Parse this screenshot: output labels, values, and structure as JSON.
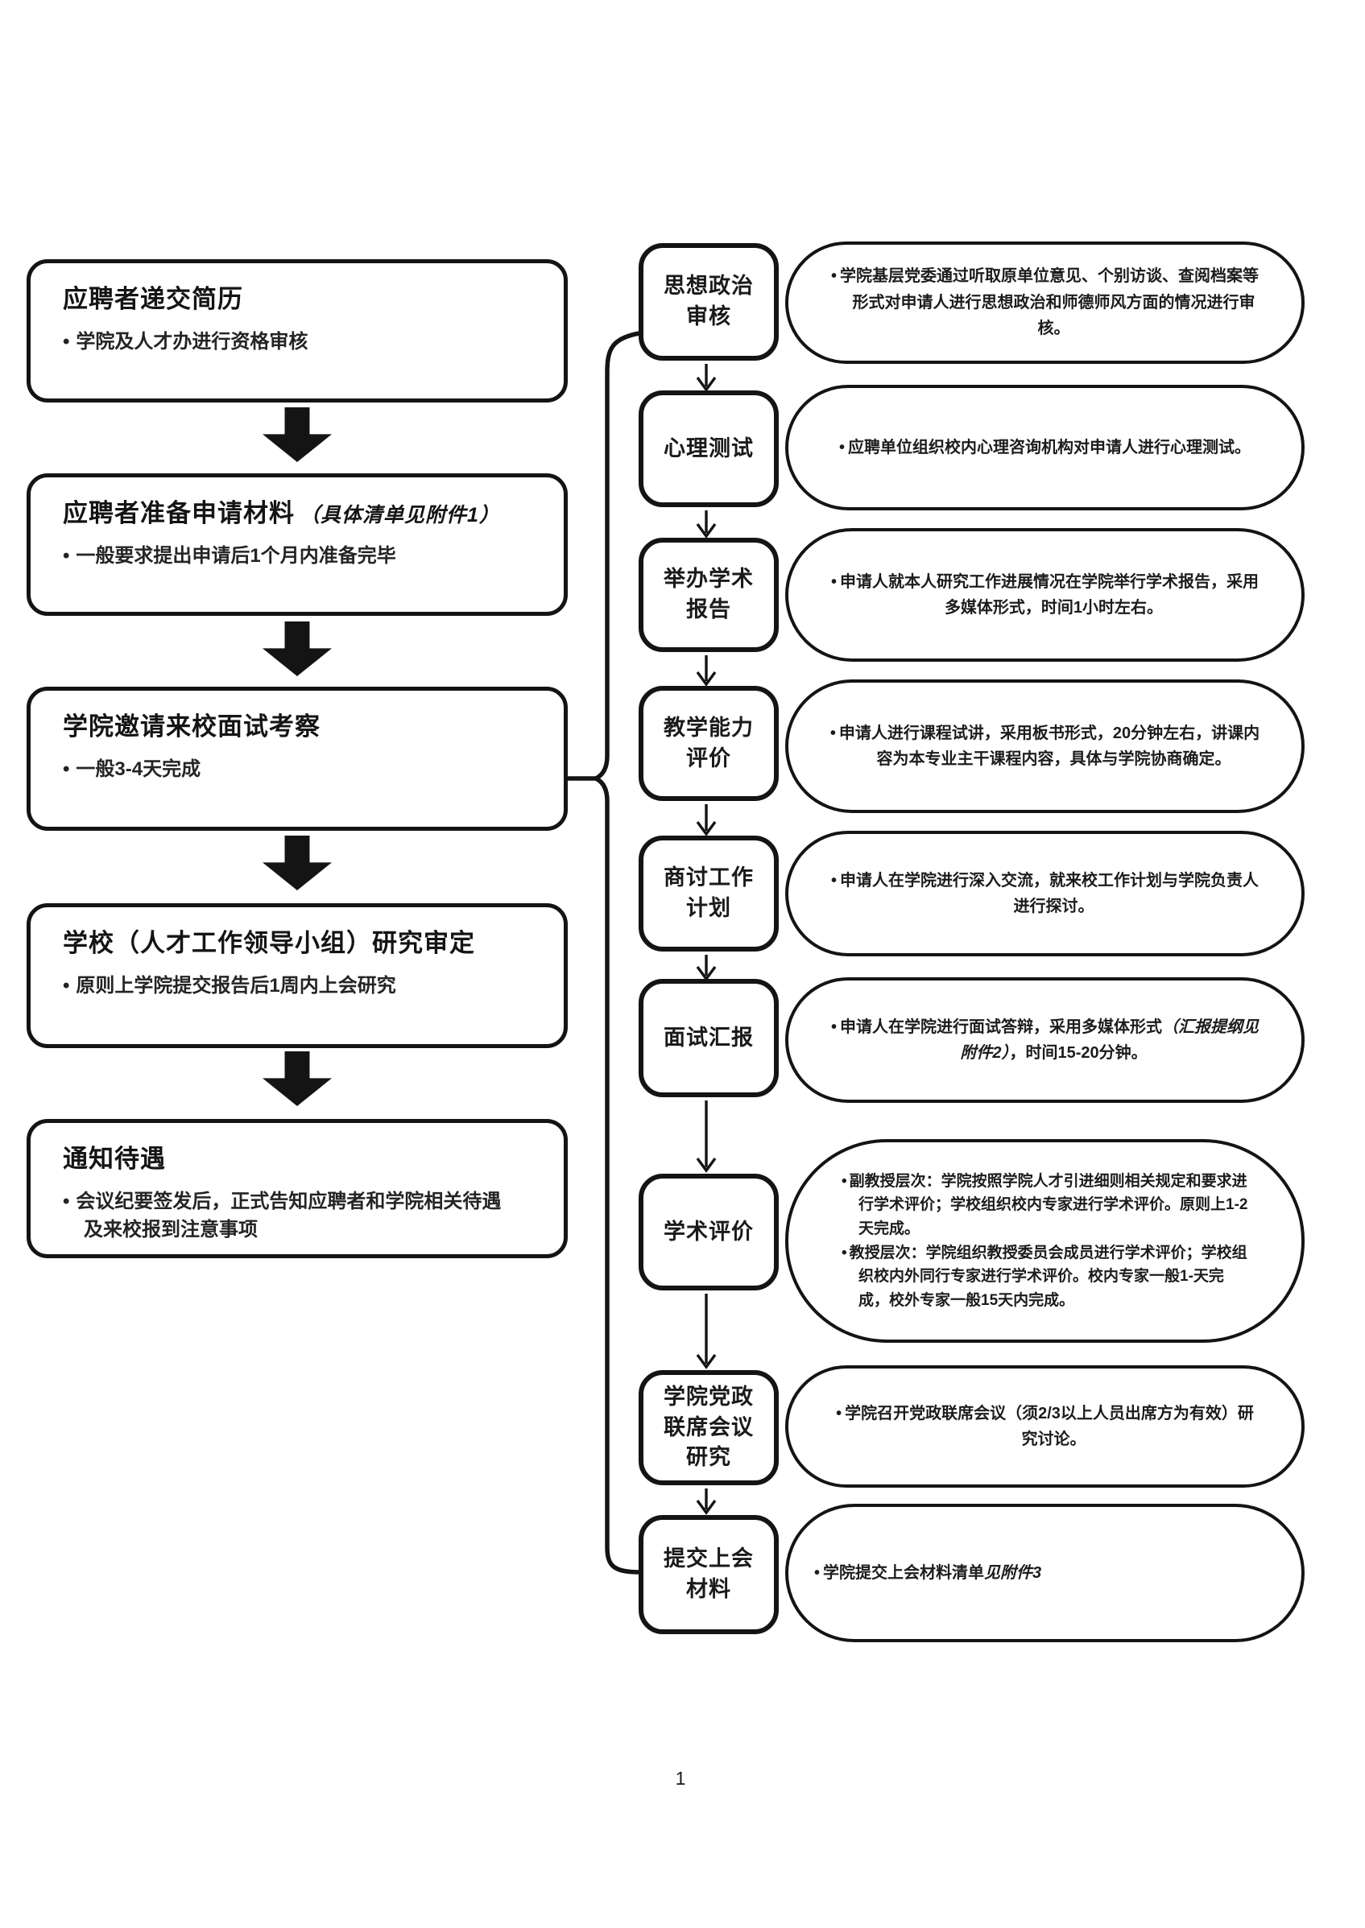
{
  "page_number": "1",
  "left_steps": [
    {
      "title": "应聘者递交简历",
      "note": "",
      "bullet": "学院及人才办进行资格审核"
    },
    {
      "title": "应聘者准备申请材料",
      "note": "（具体清单见附件1）",
      "bullet": "一般要求提出申请后1个月内准备完毕"
    },
    {
      "title": "学院邀请来校面试考察",
      "note": "",
      "bullet": "一般3-4天完成"
    },
    {
      "title": "学校（人才工作领导小组）研究审定",
      "note": "",
      "bullet": "原则上学院提交报告后1周内上会研究"
    },
    {
      "title": "通知待遇",
      "note": "",
      "bullet": "会议纪要签发后，正式告知应聘者和学院相关待遇及来校报到注意事项"
    }
  ],
  "right_steps": [
    {
      "label": "思想政治\n审核",
      "note_pre": "学院基层党委通过听取原单位意见、个别访谈、查阅档案等形式对申请人进行思想政治和师德师风方面的情况进行审核。",
      "note_em": "",
      "note_post": ""
    },
    {
      "label": "心理测试",
      "note_pre": "应聘单位组织校内心理咨询机构对申请人进行心理测试。",
      "note_em": "",
      "note_post": ""
    },
    {
      "label": "举办学术\n报告",
      "note_pre": "申请人就本人研究工作进展情况在学院举行学术报告，采用多媒体形式，时间1小时左右。",
      "note_em": "",
      "note_post": ""
    },
    {
      "label": "教学能力\n评价",
      "note_pre": "申请人进行课程试讲，采用板书形式，20分钟左右，讲课内容为本专业主干课程内容，具体与学院协商确定。",
      "note_em": "",
      "note_post": ""
    },
    {
      "label": "商讨工作\n计划",
      "note_pre": "申请人在学院进行深入交流，就来校工作计划与学院负责人进行探讨。",
      "note_em": "",
      "note_post": ""
    },
    {
      "label": "面试汇报",
      "note_pre": "申请人在学院进行面试答辩，采用多媒体形式",
      "note_em": "（汇报提纲见附件2）",
      "note_post": "，时间15-20分钟。"
    },
    {
      "label": "学术评价",
      "bullets": [
        "副教授层次：学院按照学院人才引进细则相关规定和要求进行学术评价；学校组织校内专家进行学术评价。原则上1-2天完成。",
        "教授层次：学院组织教授委员会成员进行学术评价；学校组织校内外同行专家进行学术评价。校内专家一般1-天完成，校外专家一般15天内完成。"
      ]
    },
    {
      "label": "学院党政\n联席会议\n研究",
      "note_pre": "学院召开党政联席会议（须2/3以上人员出席方为有效）研究讨论。",
      "note_em": "",
      "note_post": ""
    },
    {
      "label": "提交上会\n材料",
      "note_pre": "学院提交上会材料清单",
      "note_em": "见附件3",
      "note_post": ""
    }
  ],
  "colors": {
    "ink": "#141414",
    "background": "#ffffff"
  }
}
